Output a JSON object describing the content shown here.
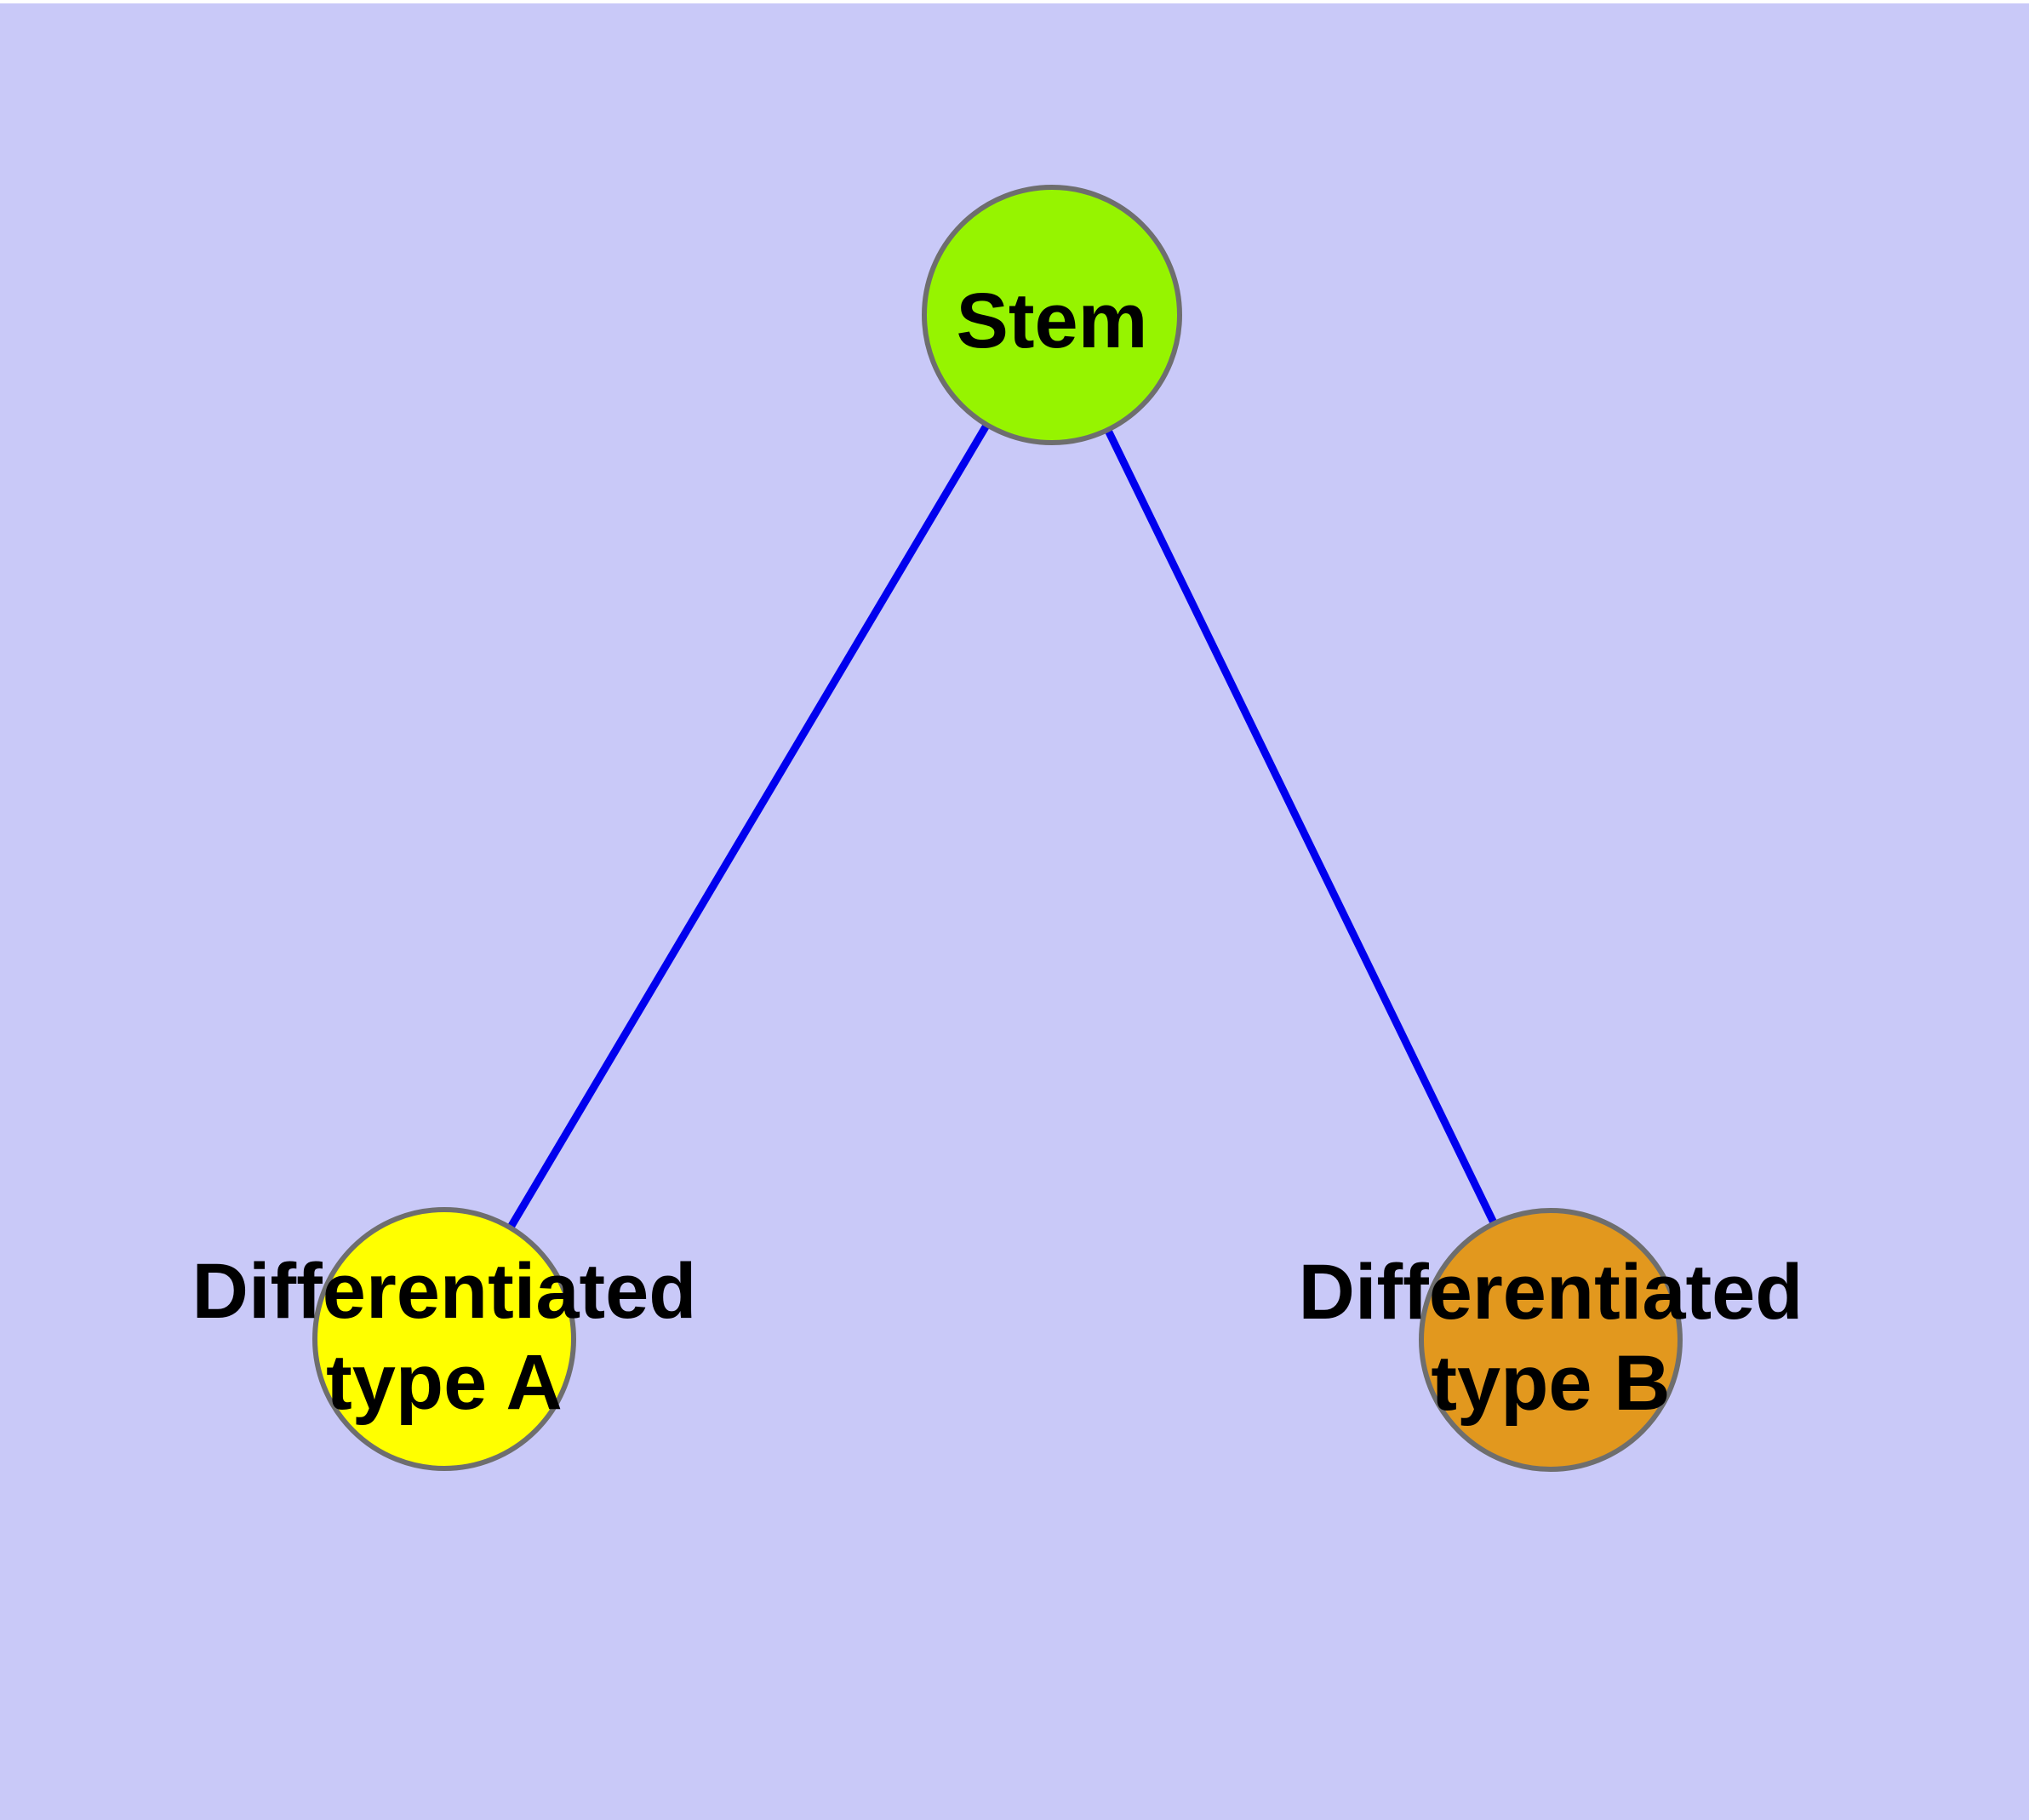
{
  "diagram": {
    "type": "node_link_diagram",
    "background_color": "#c9c9f8",
    "top_strip_color": "#ffffff",
    "text_color": "#000000",
    "node_border_color": "#6e6e6e",
    "edge_color": "#0000ee",
    "nodes": {
      "stem": {
        "label": "Stem",
        "fill": "#96f400"
      },
      "type_a": {
        "label": "Differentiated type A",
        "line1": "Differentiated",
        "line2": "type A",
        "fill": "#ffff00"
      },
      "type_b": {
        "label": "Differentiated type B",
        "line1": "Differentiated",
        "line2": "type B",
        "fill": "#e2981e"
      }
    },
    "edges": [
      {
        "from": "Stem",
        "to": "Differentiated type A"
      },
      {
        "from": "Stem",
        "to": "Differentiated type B"
      }
    ]
  }
}
